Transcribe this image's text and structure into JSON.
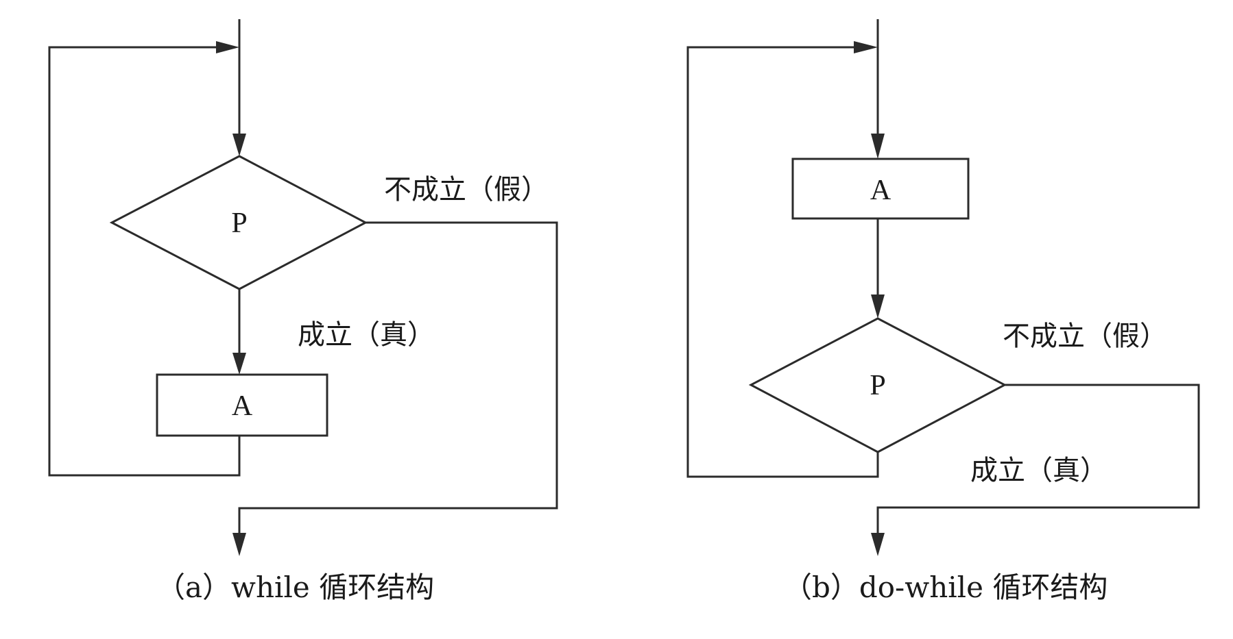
{
  "diagram_a": {
    "decision_label": "P",
    "process_label": "A",
    "false_label": "不成立（假）",
    "true_label": "成立（真）",
    "caption": "（a）while 循环结构"
  },
  "diagram_b": {
    "process_label": "A",
    "decision_label": "P",
    "false_label": "不成立（假）",
    "true_label": "成立（真）",
    "caption": "（b）do-while 循环结构"
  }
}
